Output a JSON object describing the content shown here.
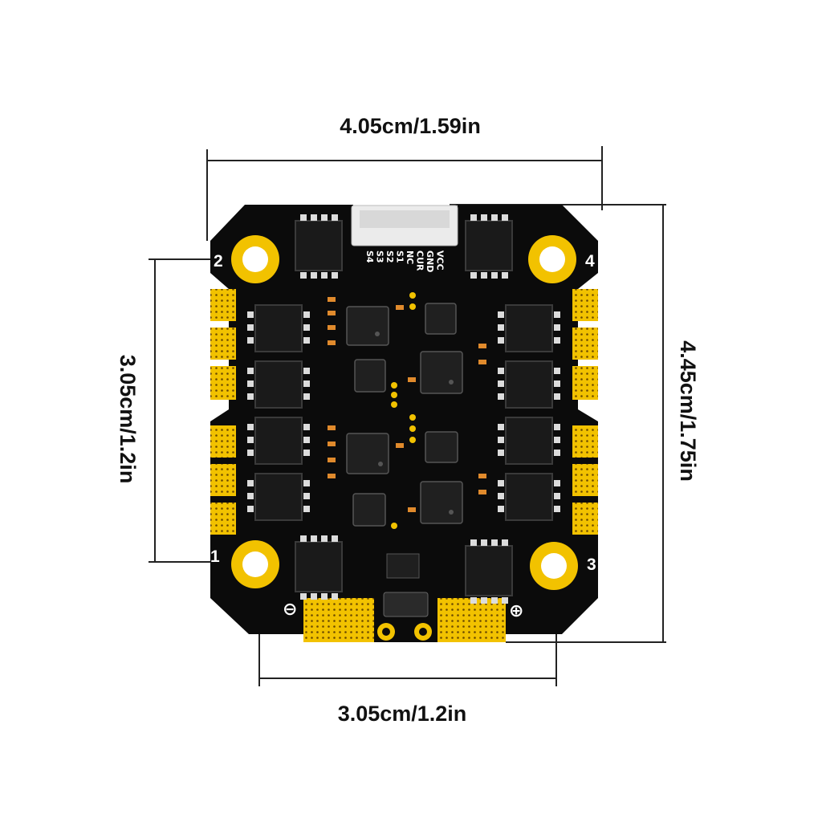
{
  "dimensions": {
    "top_width": "4.05cm/1.59in",
    "right_height": "4.45cm/1.75in",
    "left_hole_spacing": "3.05cm/1.2in",
    "bottom_hole_spacing": "3.05cm/1.2in"
  },
  "connector_pins": [
    "S4",
    "S3",
    "S2",
    "S1",
    "NC",
    "CUR",
    "GND",
    "VCC"
  ],
  "mount_holes": {
    "top_left": "2",
    "top_right": "4",
    "bottom_left": "1",
    "bottom_right": "3"
  },
  "power_pads": {
    "negative": "⊖",
    "positive": "⊕"
  },
  "colors": {
    "board": "#0b0b0b",
    "pad_gold": "#f2c200",
    "line": "#222222"
  },
  "icons": [
    "esc-board",
    "dimension-arrow",
    "mounting-hole"
  ]
}
